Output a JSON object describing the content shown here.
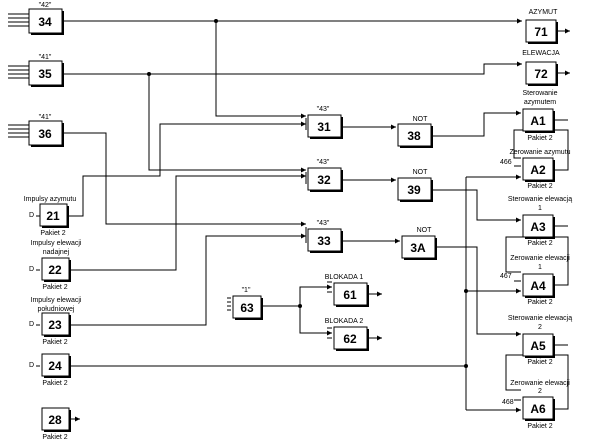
{
  "blocks": {
    "b34": {
      "id": "34",
      "top": "\"42\""
    },
    "b35": {
      "id": "35",
      "top": "\"41\""
    },
    "b36": {
      "id": "36",
      "top": "\"41\""
    },
    "b21": {
      "id": "21",
      "top": "Impulsy azymutu",
      "bottom": "Pakiet 2"
    },
    "b22": {
      "id": "22",
      "top1": "Impulsy elewacji",
      "top2": "nadajnej",
      "bottom": "Pakiet 2"
    },
    "b23": {
      "id": "23",
      "top1": "Impulsy elewacji",
      "top2": "południowej",
      "bottom": "Pakiet 2"
    },
    "b24": {
      "id": "24",
      "bottom": "Pakiet 2"
    },
    "b28": {
      "id": "28",
      "bottom": "Pakiet 2"
    },
    "b31": {
      "id": "31",
      "top": "\"43\""
    },
    "b32": {
      "id": "32",
      "top": "\"43\""
    },
    "b33": {
      "id": "33",
      "top": "\"43\""
    },
    "b38": {
      "id": "38",
      "top": "NOT"
    },
    "b39": {
      "id": "39",
      "top": "NOT"
    },
    "b3A": {
      "id": "3A",
      "top": "NOT"
    },
    "b63": {
      "id": "63",
      "top": "\"1\""
    },
    "b61": {
      "id": "61",
      "top": "BLOKADA 1"
    },
    "b62": {
      "id": "62",
      "top": "BLOKADA 2"
    },
    "b71": {
      "id": "71",
      "top": "AZYMUT"
    },
    "b72": {
      "id": "72",
      "top": "ELEWACJA"
    },
    "bA1": {
      "id": "A1",
      "top1": "Sterowanie",
      "top2": "azymutem",
      "bottom": "Pakiet 2"
    },
    "bA2": {
      "id": "A2",
      "top": "Zerowanie azymutu",
      "side": "466",
      "bottom": "Pakiet 2"
    },
    "bA3": {
      "id": "A3",
      "top1": "Sterowanie elewacją",
      "top2": "1",
      "bottom": "Pakiet 2"
    },
    "bA4": {
      "id": "A4",
      "top1": "Zerowanie elewacji",
      "top2": "1",
      "side": "467",
      "bottom": "Pakiet 2"
    },
    "bA5": {
      "id": "A5",
      "top1": "Sterowanie elewacją",
      "top2": "2",
      "bottom": "Pakiet 2"
    },
    "bA6": {
      "id": "A6",
      "top1": "Zerowanie elewacji",
      "top2": "2",
      "side": "468",
      "bottom": "Pakiet 2"
    }
  },
  "input_marker": "D"
}
